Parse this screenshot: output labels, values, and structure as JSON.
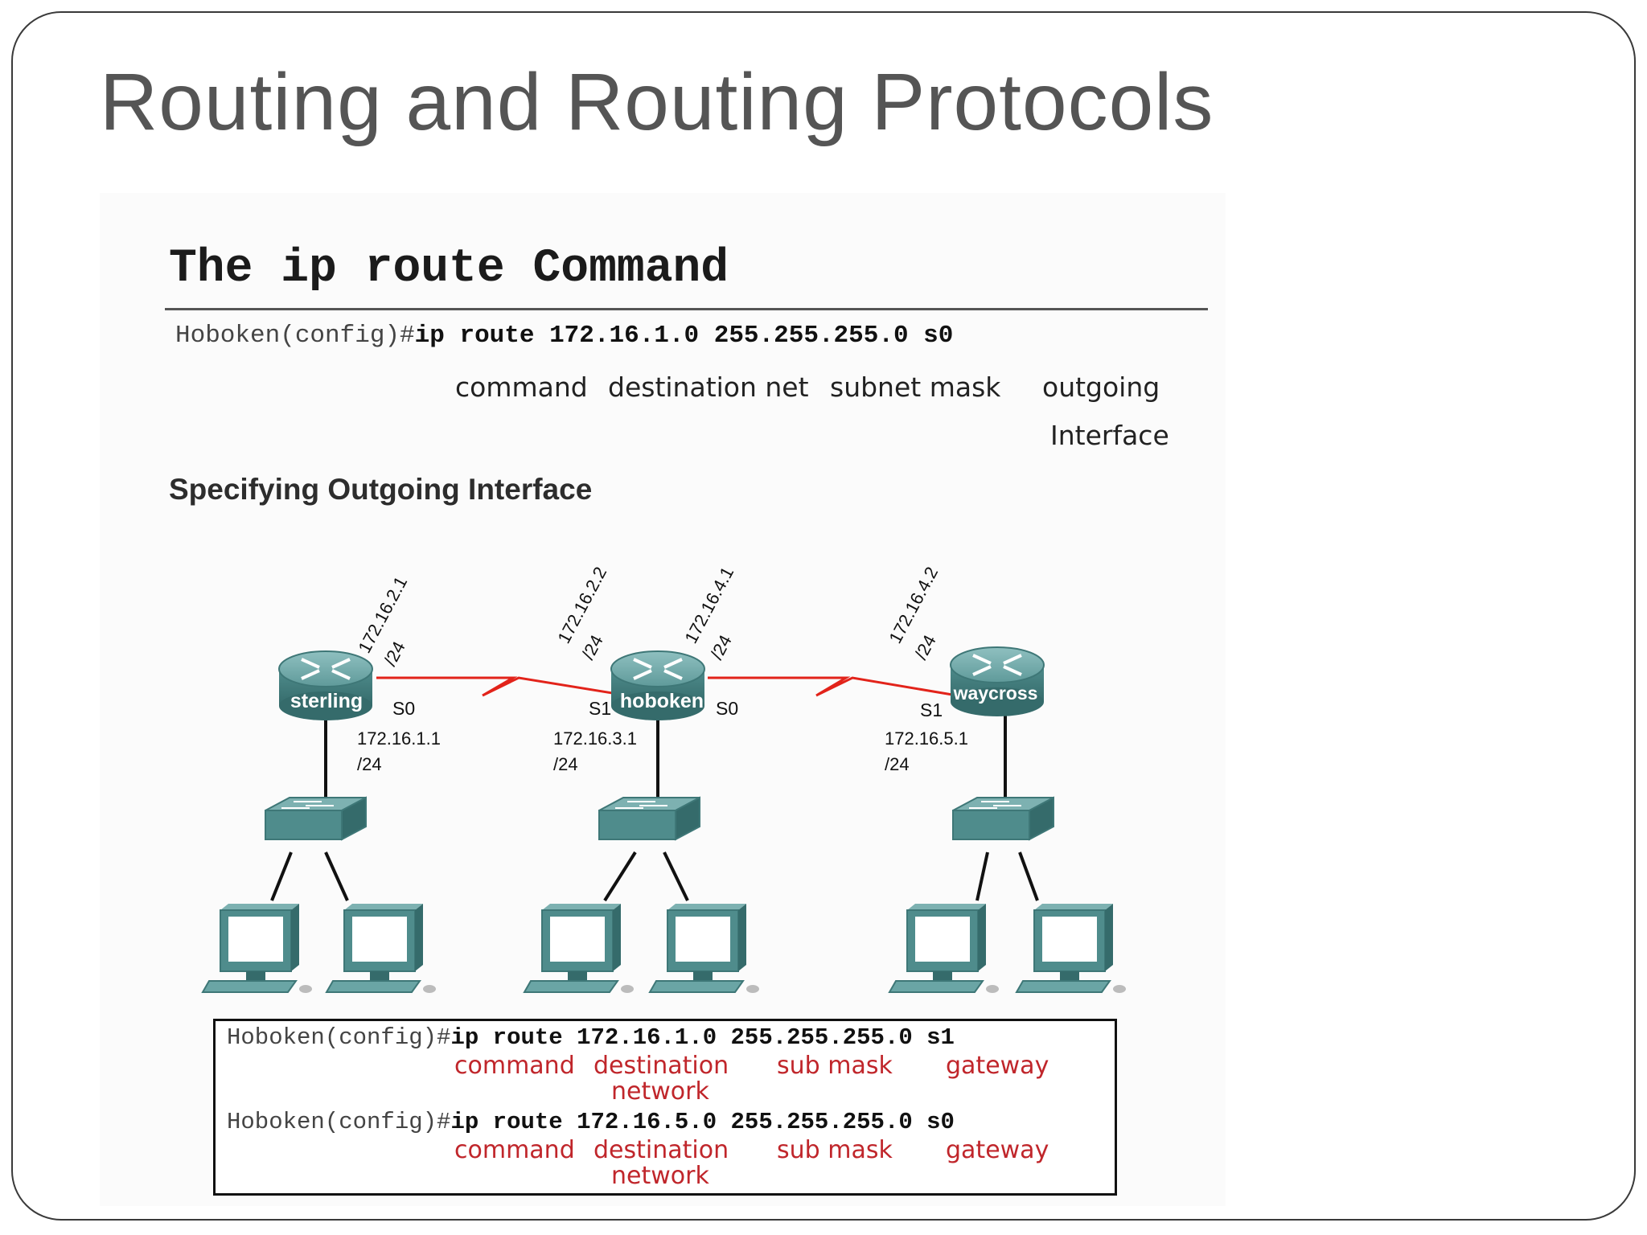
{
  "slide": {
    "title": "Routing and Routing Protocols"
  },
  "top": {
    "heading": "The ip route Command",
    "prompt": "Hoboken(config)#",
    "command": "ip route 172.16.1.0 255.255.255.0 s0",
    "labels": {
      "command": "command",
      "destination": "destination net",
      "mask": "subnet mask",
      "outgoing": "outgoing",
      "interface": "Interface"
    }
  },
  "section_heading": "Specifying Outgoing Interface",
  "routers": {
    "sterling": "sterling",
    "hoboken": "hoboken",
    "waycross": "waycross"
  },
  "addresses": {
    "sterling_s0_serial": "172.16.2.1",
    "sterling_s0_serial_mask": "/24",
    "hoboken_s1_serial": "172.16.2.2",
    "hoboken_s1_serial_mask": "/24",
    "hoboken_s0_serial": "172.16.4.1",
    "hoboken_s0_serial_mask": "/24",
    "waycross_s1_serial": "172.16.4.2",
    "waycross_s1_serial_mask": "/24",
    "sterling_lan": "172.16.1.1",
    "sterling_lan_mask": "/24",
    "hoboken_lan": "172.16.3.1",
    "hoboken_lan_mask": "/24",
    "waycross_lan": "172.16.5.1",
    "waycross_lan_mask": "/24"
  },
  "ports": {
    "sterling_s0": "S0",
    "hoboken_s1": "S1",
    "hoboken_s0": "S0",
    "waycross_s1": "S1"
  },
  "box": {
    "prompt": "Hoboken(config)#",
    "line1": "ip route 172.16.1.0 255.255.255.0 s1",
    "line2": "ip route 172.16.5.0 255.255.255.0 s0",
    "labels": {
      "command": "command",
      "destination": "destination",
      "network": "network",
      "submask": "sub mask",
      "gateway": "gateway"
    }
  },
  "colors": {
    "serial_link": "#e2231a",
    "device_teal": "#4f8c8c",
    "label_red": "#c0262b"
  }
}
